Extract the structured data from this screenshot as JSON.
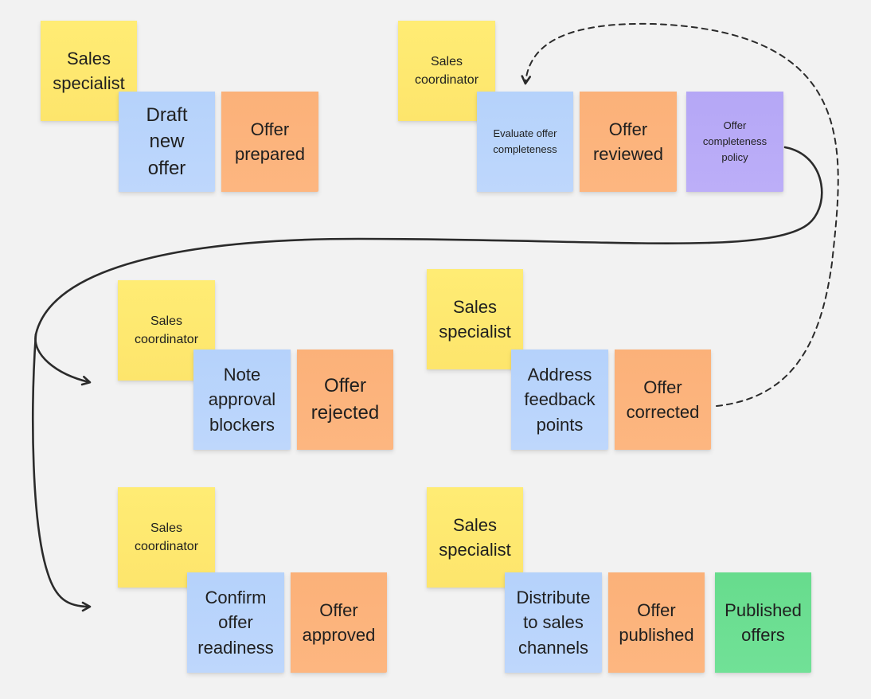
{
  "colors": {
    "background": "#f2f2f2",
    "actor": "#fde56c",
    "command": "#bed7fc",
    "event": "#fdb680",
    "policy": "#bcaef8",
    "read_model": "#71e197",
    "connector": "#2b2b2b"
  },
  "notes": {
    "r1_actor": "Sales\nspecialist",
    "r1_command": "Draft\nnew\noffer",
    "r1_event": "Offer\nprepared",
    "r2_actor": "Sales\ncoordinator",
    "r2_command": "Evaluate offer\ncompleteness",
    "r2_event": "Offer\nreviewed",
    "r2_policy": "Offer\ncompleteness\npolicy",
    "r3_actor": "Sales\ncoordinator",
    "r3_command": "Note\napproval\nblockers",
    "r3_event": "Offer\nrejected",
    "r4_actor": "Sales\nspecialist",
    "r4_command": "Address\nfeedback\npoints",
    "r4_event": "Offer\ncorrected",
    "r5_actor": "Sales\ncoordinator",
    "r5_command": "Confirm\noffer\nreadiness",
    "r5_event": "Offer\napproved",
    "r6_actor": "Sales\nspecialist",
    "r6_command": "Distribute\nto sales\nchannels",
    "r6_event": "Offer\npublished",
    "r6_read_model": "Published\noffers"
  }
}
